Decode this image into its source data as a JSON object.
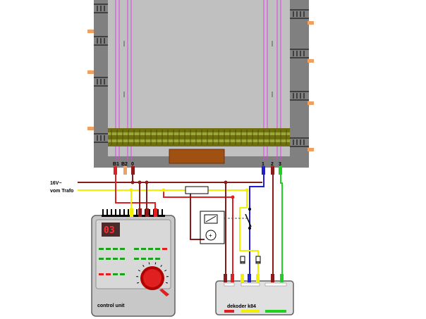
{
  "supply": {
    "line1": "16V~",
    "line2": "vom Trafo"
  },
  "terminals": {
    "b1": "B1",
    "b2": "B2",
    "zero": "0",
    "t1": "1",
    "t2": "2",
    "t3": "3"
  },
  "control_unit": {
    "label": "control unit",
    "display": "03"
  },
  "decoder": {
    "label": "dekoder k84"
  },
  "colors": {
    "wire_dark_red": "#8b1a1a",
    "wire_red": "#e02020",
    "wire_yellow": "#f0f000",
    "wire_blue": "#2020d0",
    "wire_green": "#20d020",
    "track_olive": "#707010",
    "track_green": "#9aa83a",
    "pit_brown": "#a05010",
    "frame_gray": "#808080",
    "table_gray": "#c0c0c0",
    "rail_magenta": "#e040e0",
    "marker_orange": "#f0a060",
    "led_green": "#20a020",
    "led_red": "#e02020"
  }
}
